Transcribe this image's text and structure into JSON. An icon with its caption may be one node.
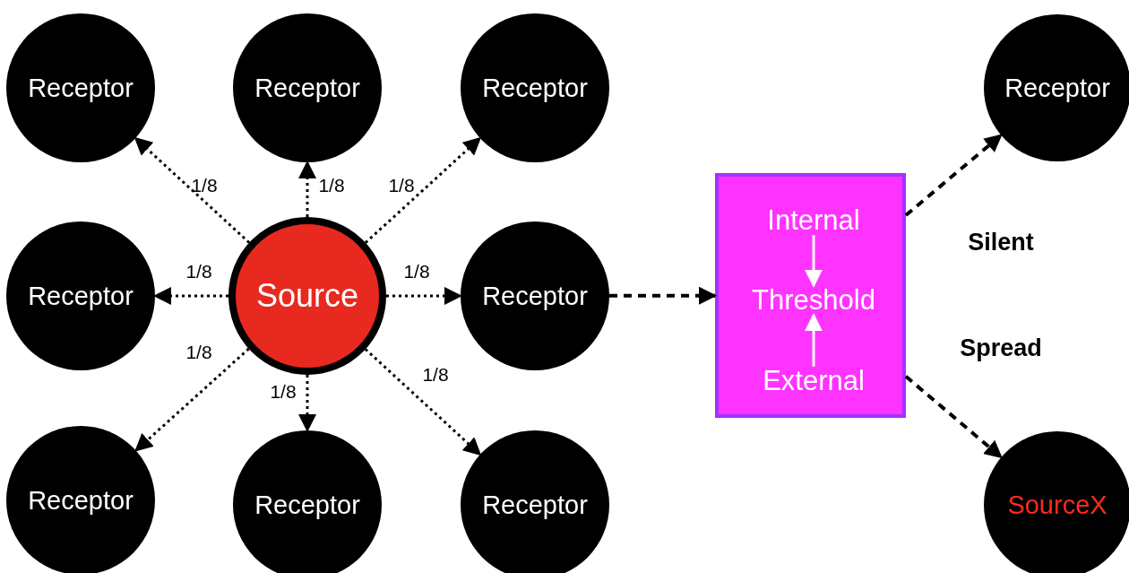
{
  "diagram": {
    "nodes": [
      {
        "text": [
          "Receptor"
        ]
      },
      {
        "text": [
          "Receptor"
        ]
      },
      {
        "text": [
          "Receptor"
        ]
      },
      {
        "text": [
          "Receptor"
        ]
      },
      {
        "text": [
          "Receptor"
        ]
      },
      {
        "text": [
          "Source"
        ]
      },
      {
        "text": [
          "Receptor"
        ]
      },
      {
        "text": [],
        "shape": "box"
      },
      {
        "text": [
          "Internal"
        ],
        "in": 7
      },
      {
        "text": [
          "Threshold"
        ],
        "in": 7
      },
      {
        "text": [
          "External"
        ],
        "in": 7
      },
      {
        "text": [
          "Receptor"
        ]
      },
      {
        "text": [
          "Receptor"
        ]
      },
      {
        "text": [
          "Receptor"
        ]
      },
      {
        "text": [
          "SourceX"
        ]
      }
    ],
    "edges": [
      {
        "from": 5,
        "to": 0,
        "arrow": "to",
        "label": "1/8",
        "style": "dashed"
      },
      {
        "from": 5,
        "to": 1,
        "arrow": "to",
        "label": "1/8",
        "style": "dashed"
      },
      {
        "from": 5,
        "to": 2,
        "arrow": "to",
        "label": "1/8",
        "style": "dashed"
      },
      {
        "from": 5,
        "to": 4,
        "arrow": "to",
        "label": "1/8",
        "style": "dashed"
      },
      {
        "from": 5,
        "to": 6,
        "arrow": "to",
        "label": "1/8",
        "style": "dashed"
      },
      {
        "from": 5,
        "to": 11,
        "arrow": "to",
        "label": "1/8",
        "style": "dashed"
      },
      {
        "from": 5,
        "to": 12,
        "arrow": "to",
        "label": "1/8",
        "style": "dashed"
      },
      {
        "from": 5,
        "to": 13,
        "arrow": "to",
        "label": "1/8",
        "style": "dashed"
      },
      {
        "from": 6,
        "to": 7,
        "arrow": "to",
        "style": "dashed"
      },
      {
        "from": 7,
        "to": 3,
        "arrow": "to",
        "label": "Silent",
        "style": "dashed"
      },
      {
        "from": 7,
        "to": 14,
        "arrow": "to",
        "label": "Spread",
        "style": "dashed"
      },
      {
        "from": 8,
        "to": 9,
        "arrow": "to",
        "color": "#ffffff"
      },
      {
        "from": 10,
        "to": 9,
        "arrow": "to",
        "color": "#ffffff"
      }
    ]
  }
}
